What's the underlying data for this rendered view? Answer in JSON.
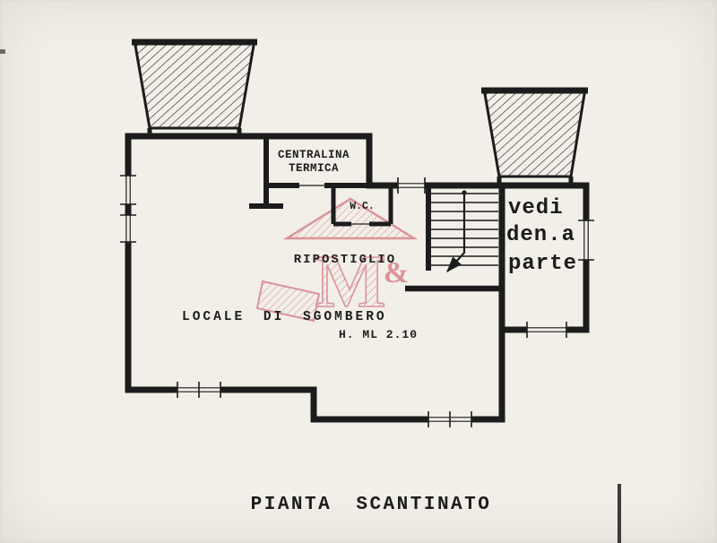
{
  "labels": {
    "centralina_line1": "CENTRALINA",
    "centralina_line2": "TERMICA",
    "wc": "W.C.",
    "ripostiglio": "RIPOSTIGLIO",
    "locale_sgombero": "LOCALE DI SGOMBERO",
    "height_note": "H. ML 2.10",
    "vedi_line1": "vedi",
    "vedi_line2": "den.a",
    "vedi_line3": "parte"
  },
  "caption": {
    "title": "PIANTA SCANTINATO"
  },
  "watermark": {
    "letter": "M",
    "ampersand": "&"
  },
  "colors": {
    "ink": "#1c1c1c",
    "paper": "#f1efe8",
    "watermark_red": "#c63a4c"
  }
}
